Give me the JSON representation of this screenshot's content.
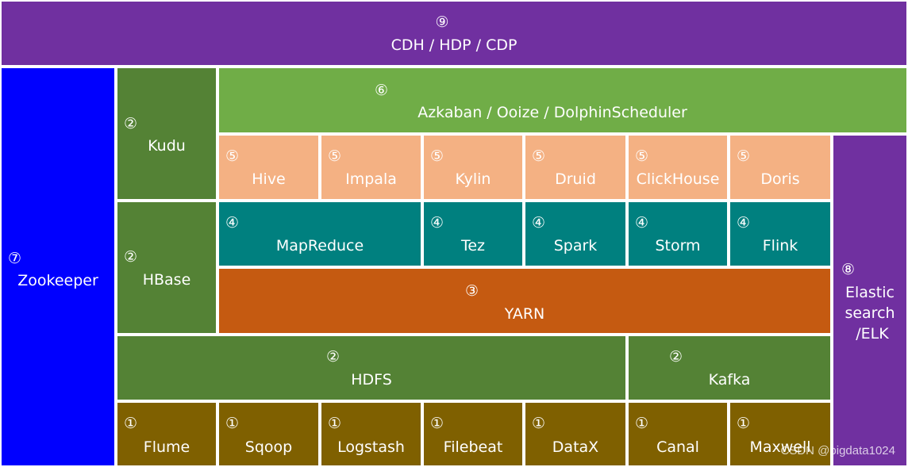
{
  "diagram": {
    "platform": {
      "num": "⑨",
      "label": "CDH / HDP / CDP"
    },
    "coordination": {
      "num": "⑦",
      "label": "Zookeeper"
    },
    "search": {
      "num": "⑧",
      "line1": "Elastic",
      "line2": "search",
      "line3": "/ELK"
    },
    "scheduler": {
      "num": "⑥",
      "label": "Azkaban / Ooize / DolphinScheduler"
    },
    "storage_top": {
      "num": "②",
      "label": "Kudu"
    },
    "storage_mid": {
      "num": "②",
      "label": "HBase"
    },
    "hdfs": {
      "num": "②",
      "label": "HDFS"
    },
    "kafka": {
      "num": "②",
      "label": "Kafka"
    },
    "yarn": {
      "num": "③",
      "label": "YARN"
    },
    "query_engines": [
      {
        "num": "⑤",
        "label": "Hive"
      },
      {
        "num": "⑤",
        "label": "Impala"
      },
      {
        "num": "⑤",
        "label": "Kylin"
      },
      {
        "num": "⑤",
        "label": "Druid"
      },
      {
        "num": "⑤",
        "label": "ClickHouse"
      },
      {
        "num": "⑤",
        "label": "Doris"
      }
    ],
    "compute_engines": [
      {
        "num": "④",
        "label": "MapReduce"
      },
      {
        "num": "④",
        "label": "Tez"
      },
      {
        "num": "④",
        "label": "Spark"
      },
      {
        "num": "④",
        "label": "Storm"
      },
      {
        "num": "④",
        "label": "Flink"
      }
    ],
    "ingestion": [
      {
        "num": "①",
        "label": "Flume"
      },
      {
        "num": "①",
        "label": "Sqoop"
      },
      {
        "num": "①",
        "label": "Logstash"
      },
      {
        "num": "①",
        "label": "Filebeat"
      },
      {
        "num": "①",
        "label": "DataX"
      },
      {
        "num": "①",
        "label": "Canal"
      },
      {
        "num": "①",
        "label": "Maxwell"
      }
    ]
  },
  "watermark": "CSDN @bigdata1024",
  "colors": {
    "platform": "#7030a0",
    "zookeeper": "#0000ff",
    "storage": "#548235",
    "scheduler": "#70ad47",
    "query": "#f4b183",
    "compute": "#00807f",
    "yarn": "#c55a11",
    "ingestion": "#7f6000",
    "search": "#7030a0"
  }
}
